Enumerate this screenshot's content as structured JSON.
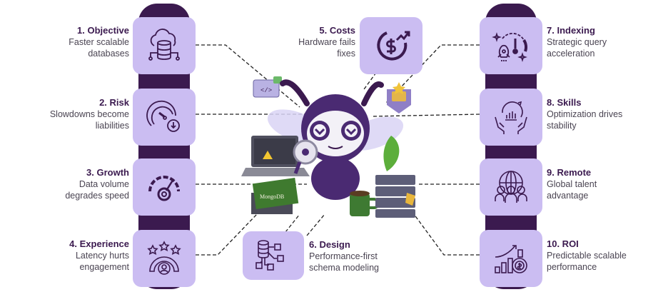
{
  "colors": {
    "strip": "#3b1a4f",
    "box": "#cbbdf2",
    "title": "#3b1a4f",
    "text": "#4a4452",
    "line": "#222222"
  },
  "items": [
    {
      "num": "1.",
      "title": "1. Objective",
      "desc1": "Faster scalable",
      "desc2": "databases",
      "icon": "cloud-database-icon"
    },
    {
      "num": "2.",
      "title": "2. Risk",
      "desc1": "Slowdowns become",
      "desc2": "liabilities",
      "icon": "speedometer-down-icon"
    },
    {
      "num": "3.",
      "title": "3. Growth",
      "desc1": "Data volume",
      "desc2": "degrades speed",
      "icon": "gauge-gear-icon"
    },
    {
      "num": "4.",
      "title": "4. Experience",
      "desc1": "Latency hurts",
      "desc2": "engagement",
      "icon": "user-rating-icon"
    },
    {
      "num": "5.",
      "title": "5. Costs",
      "desc1": "Hardware fails",
      "desc2": "fixes",
      "icon": "dollar-cycle-icon"
    },
    {
      "num": "6.",
      "title": "6. Design",
      "desc1": "Performance-first",
      "desc2": "schema modeling",
      "icon": "schema-tree-icon"
    },
    {
      "num": "7.",
      "title": "7. Indexing",
      "desc1": "Strategic query",
      "desc2": "acceleration",
      "icon": "rocket-gauge-icon"
    },
    {
      "num": "8.",
      "title": "8. Skills",
      "desc1": "Optimization drives",
      "desc2": "stability",
      "icon": "hands-growth-icon"
    },
    {
      "num": "9.",
      "title": "9. Remote",
      "desc1": "Global talent",
      "desc2": "advantage",
      "icon": "globe-team-icon"
    },
    {
      "num": "10.",
      "title": "10. ROI",
      "desc1": "Predictable scalable",
      "desc2": "performance",
      "icon": "roi-chart-icon"
    }
  ],
  "illustration": {
    "book_label": "MongoDB",
    "code_tag": "</>"
  }
}
